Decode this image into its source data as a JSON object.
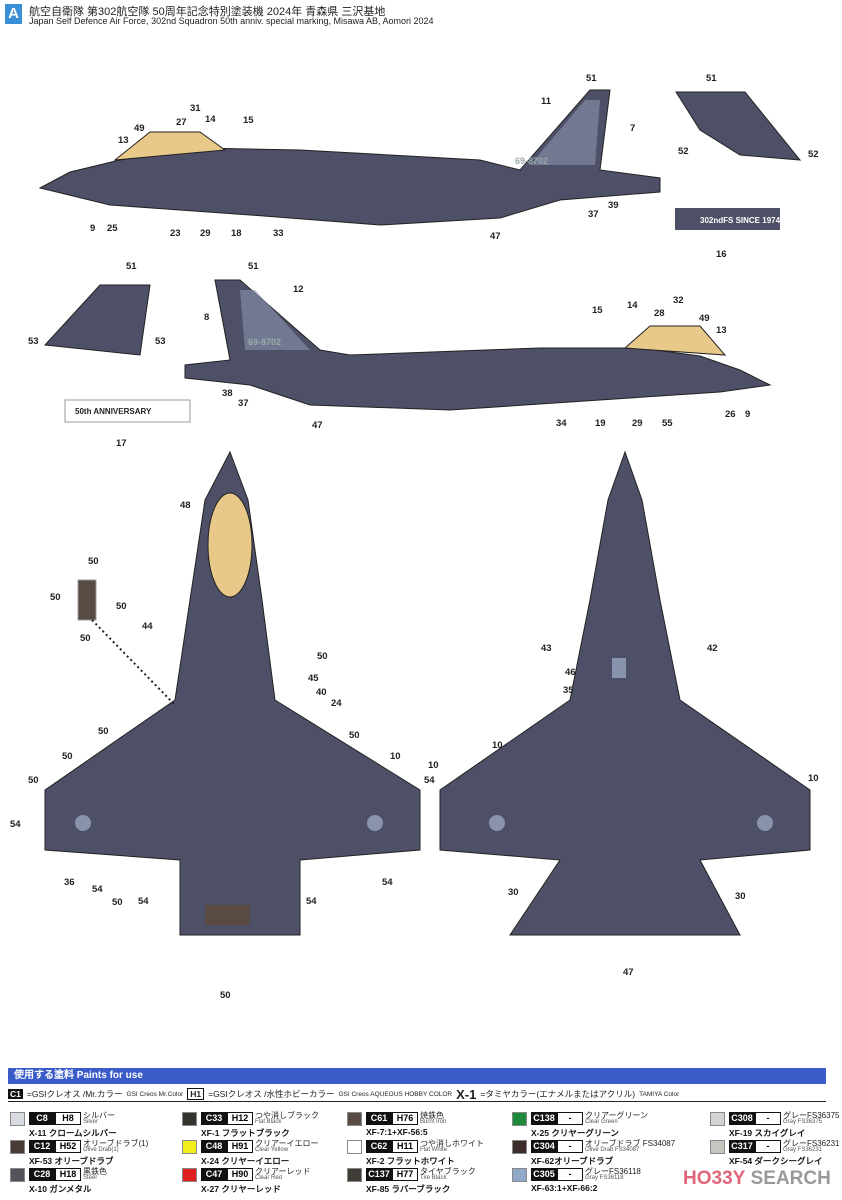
{
  "header": {
    "badge": "A",
    "title_jp": "航空自衛隊 第302航空隊 50周年記念特別塗装機 2024年 青森県 三沢基地",
    "title_en": "Japan Self Defence Air Force, 302nd Squadron 50th anniv. special marking, Misawa AB, Aomori 2024"
  },
  "markings": {
    "tail_number": "69-8702",
    "decal16": "302ndFS SINCE 1974",
    "decal17": "50th ANNIVERSARY"
  },
  "callouts": {
    "side1": [
      "51",
      "11",
      "7",
      "31",
      "27",
      "14",
      "49",
      "13",
      "15",
      "9",
      "25",
      "23",
      "29",
      "18",
      "33",
      "47",
      "37",
      "39"
    ],
    "fin1": [
      "51",
      "52",
      "52",
      "16"
    ],
    "side2": [
      "51",
      "12",
      "8",
      "38",
      "37",
      "47",
      "15",
      "14",
      "28",
      "32",
      "49",
      "13",
      "34",
      "19",
      "29",
      "55",
      "26",
      "9"
    ],
    "fin2": [
      "51",
      "53",
      "53",
      "17"
    ],
    "top": [
      "48",
      "50",
      "50",
      "50",
      "50",
      "44",
      "50",
      "45",
      "40",
      "24",
      "50",
      "50",
      "10",
      "50",
      "50",
      "10",
      "54",
      "54",
      "36",
      "54",
      "54",
      "50"
    ],
    "bottom": [
      "43",
      "42",
      "46",
      "35",
      "10",
      "10",
      "30",
      "30",
      "47"
    ]
  },
  "paints": {
    "title": "使用する塗料 Paints for use",
    "legend": {
      "c_code": "C1",
      "c_text": "=GSIクレオス /Mr.カラー",
      "c_en": "GSI Creos Mr.Color",
      "h_code": "H1",
      "h_text": "=GSIクレオス /水性ホビーカラー",
      "h_en": "GSI Creos AQUEOUS HOBBY COLOR",
      "x_code": "X-1",
      "x_text": "=タミヤカラー(エナメルまたはアクリル)",
      "x_en": "TAMIYA Color"
    },
    "items": [
      {
        "c": "C8",
        "h": "H8",
        "jp": "シルバー",
        "en": "Silver",
        "x": "X-11 クロームシルバー",
        "color": "#d8dce2"
      },
      {
        "c": "C12",
        "h": "H52",
        "jp": "オリーブドラブ(1)",
        "en": "Olive Drab(1)",
        "x": "XF-53 オリーブドラブ",
        "color": "#4a3a36"
      },
      {
        "c": "C28",
        "h": "H18",
        "jp": "黒鉄色",
        "en": "Steel",
        "x": "X-10 ガンメタル",
        "color": "#54535c"
      },
      {
        "c": "C33",
        "h": "H12",
        "jp": "つや消しブラック",
        "en": "Flat Black",
        "x": "XF-1 フラットブラック",
        "color": "#34342e"
      },
      {
        "c": "C48",
        "h": "H91",
        "jp": "クリアーイエロー",
        "en": "Clear Yellow",
        "x": "X-24 クリヤーイエロー",
        "color": "#f3ee1a"
      },
      {
        "c": "C47",
        "h": "H90",
        "jp": "クリアーレッド",
        "en": "Clear Red",
        "x": "X-27 クリヤーレッド",
        "color": "#e0201e"
      },
      {
        "c": "C61",
        "h": "H76",
        "jp": "焼鉄色",
        "en": "Burnt Iron",
        "x": "XF-7:1+XF-56:5",
        "color": "#5a4a44"
      },
      {
        "c": "C62",
        "h": "H11",
        "jp": "つや消しホワイト",
        "en": "Flat White",
        "x": "XF-2 フラットホワイト",
        "color": "#ffffff"
      },
      {
        "c": "C137",
        "h": "H77",
        "jp": "タイヤブラック",
        "en": "Tire Black",
        "x": "XF-85 ラバーブラック",
        "color": "#403c36"
      },
      {
        "c": "C138",
        "h": "-",
        "jp": "クリアーグリーン",
        "en": "Clear Green",
        "x": "X-25 クリヤーグリーン",
        "color": "#1e8a3c"
      },
      {
        "c": "C304",
        "h": "-",
        "jp": "オリーブドラブ FS34087",
        "en": "Olive Drab FS34087",
        "x": "XF-62オリーブドラブ",
        "color": "#3c2c2a"
      },
      {
        "c": "C305",
        "h": "-",
        "jp": "グレーFS36118",
        "en": "Gray FS36118",
        "x": "XF-63:1+XF-66:2",
        "color": "#92a8c8"
      },
      {
        "c": "C308",
        "h": "-",
        "jp": "グレーFS36375",
        "en": "Gray FS36375",
        "x": "XF-19 スカイグレイ",
        "color": "#d2d4d4"
      },
      {
        "c": "C317",
        "h": "-",
        "jp": "グレーFS36231",
        "en": "Gray FS36231",
        "x": "XF-54 ダークシーグレイ",
        "color": "#c4c6c0"
      }
    ]
  },
  "watermark": {
    "icon": "hobby-search-logo",
    "text1": "HO33Y",
    "text2": "SEARCH"
  },
  "colors": {
    "aircraft": "#4e5068",
    "aircraft_light": "#8a93ad",
    "canopy": "#e9c98a",
    "accent": "#3a5bc8"
  }
}
